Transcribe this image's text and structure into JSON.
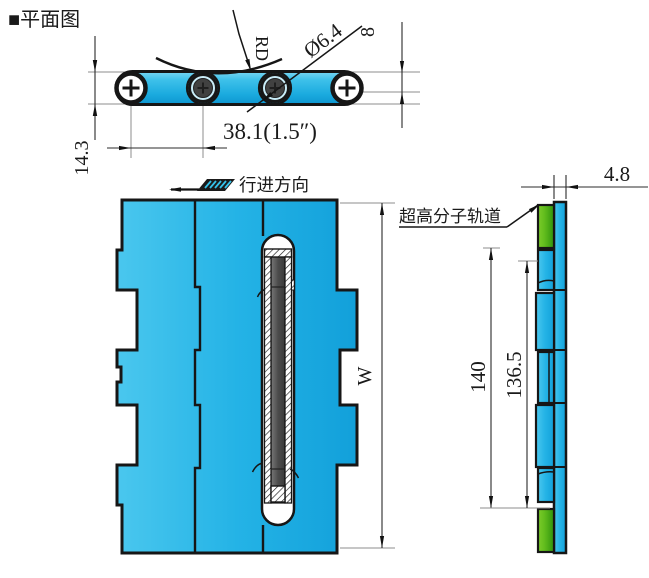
{
  "title": "■平面图",
  "top_view": {
    "rd_label": "RD",
    "diameter_label": "Ø6.4",
    "top_height_label": "8",
    "pitch_label": "38.1(1.5″)",
    "overall_height_label": "14.3"
  },
  "plan_view": {
    "travel_direction_label": "行进方向",
    "width_label": "W"
  },
  "side_view": {
    "thickness_label": "4.8",
    "uhmw_track_label": "超高分子轨道",
    "outer_height_label": "140",
    "inner_height_label": "136.5"
  },
  "colors": {
    "belt_cyan": "#29b2e4",
    "track_green": "#55b41c",
    "outline": "#1a1a1a"
  }
}
